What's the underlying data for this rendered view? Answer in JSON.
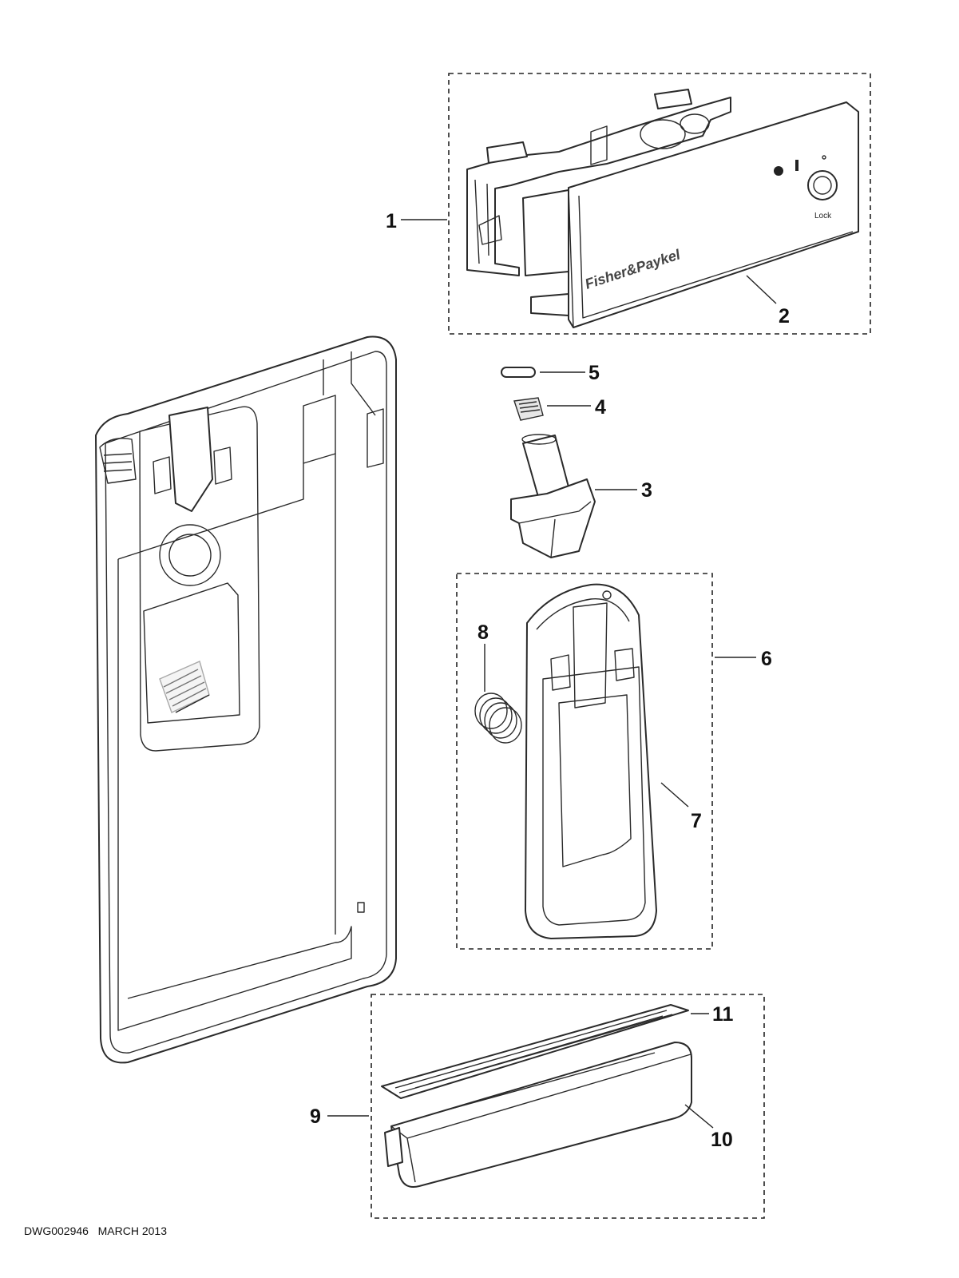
{
  "callouts": {
    "c1": "1",
    "c2": "2",
    "c3": "3",
    "c4": "4",
    "c5": "5",
    "c6": "6",
    "c7": "7",
    "c8": "8",
    "c9": "9",
    "c10": "10",
    "c11": "11"
  },
  "panel_text": {
    "brand": "Fisher&Paykel",
    "lock_label": "Lock"
  },
  "footer": {
    "drawing_number": "DWG002946",
    "date": "MARCH 2013"
  }
}
